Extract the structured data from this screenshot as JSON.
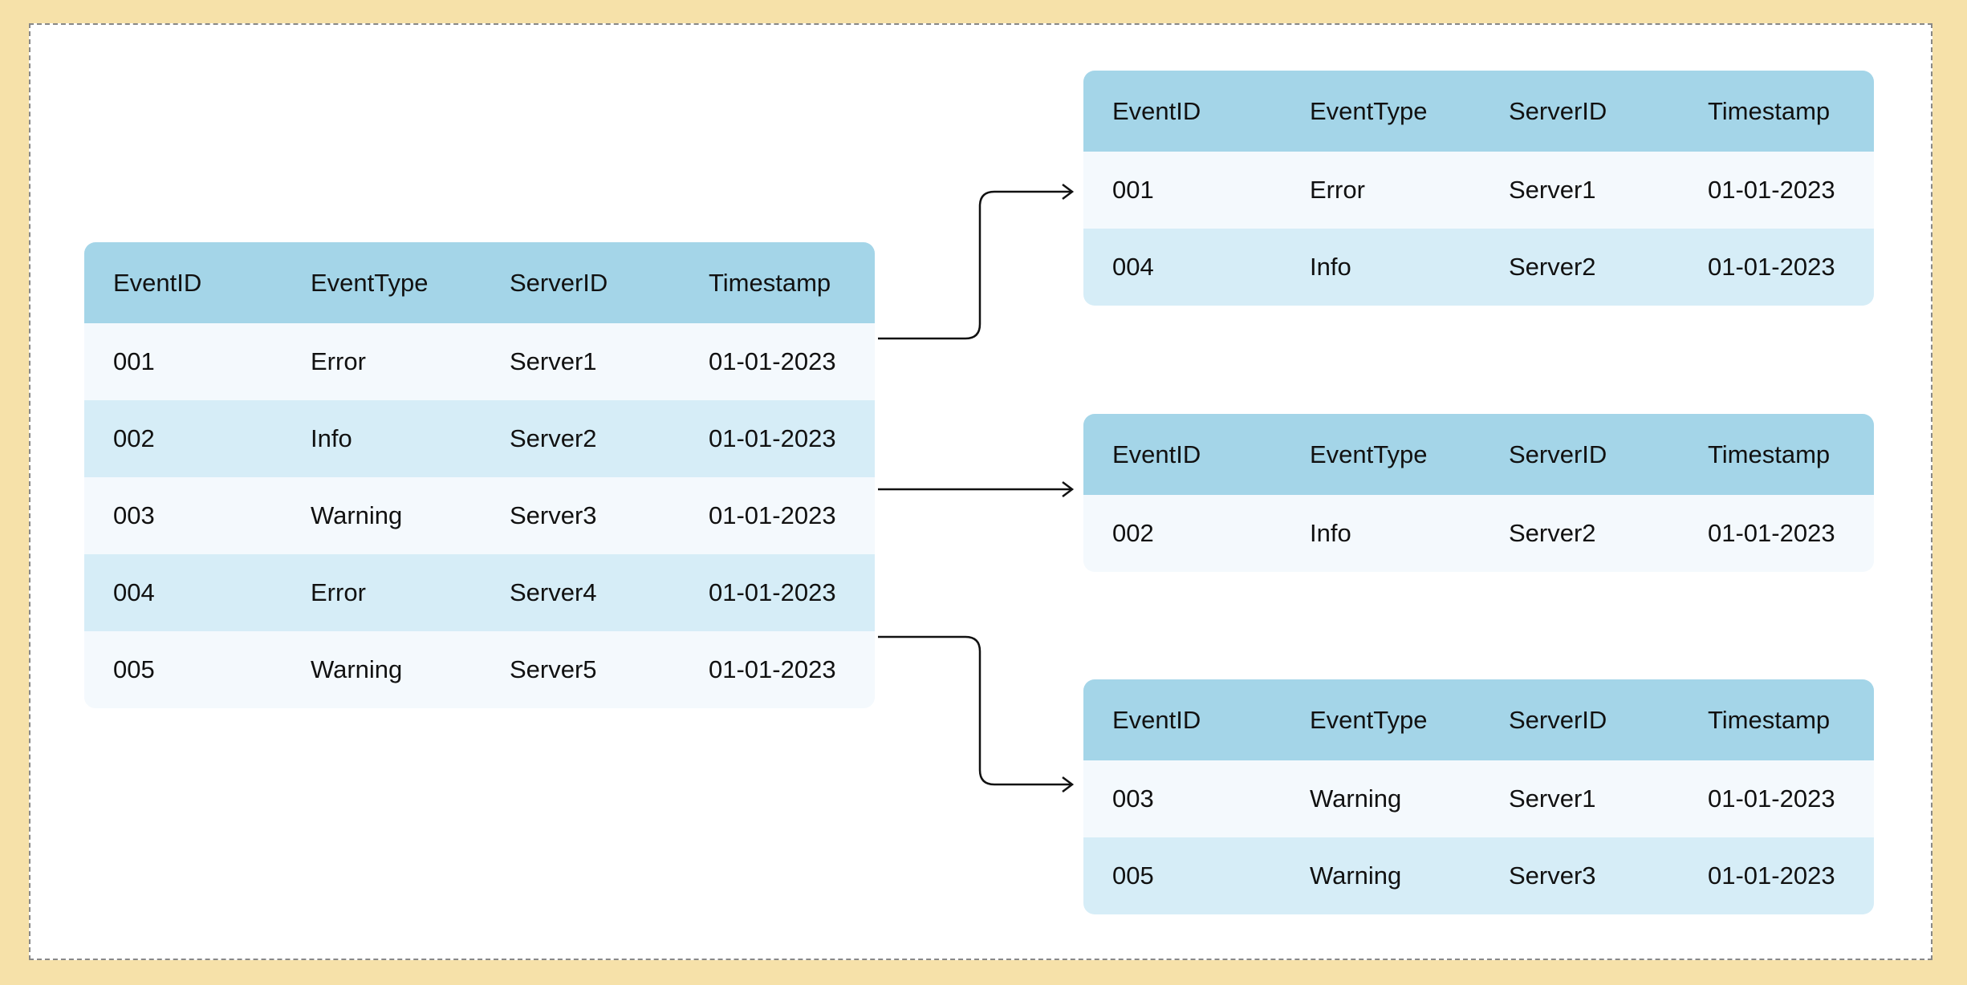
{
  "colors": {
    "header": "#a4d5e8",
    "row_light": "#f4f9fd",
    "row_alt": "#d6edf7",
    "frame": "#f6e1a9"
  },
  "source_table": {
    "headers": [
      "EventID",
      "EventType",
      "ServerID",
      "Timestamp"
    ],
    "rows": [
      [
        "001",
        "Error",
        "Server1",
        "01-01-2023"
      ],
      [
        "002",
        "Info",
        "Server2",
        "01-01-2023"
      ],
      [
        "003",
        "Warning",
        "Server3",
        "01-01-2023"
      ],
      [
        "004",
        "Error",
        "Server4",
        "01-01-2023"
      ],
      [
        "005",
        "Warning",
        "Server5",
        "01-01-2023"
      ]
    ]
  },
  "output_tables": [
    {
      "headers": [
        "EventID",
        "EventType",
        "ServerID",
        "Timestamp"
      ],
      "rows": [
        [
          "001",
          "Error",
          "Server1",
          "01-01-2023"
        ],
        [
          "004",
          "Info",
          "Server2",
          "01-01-2023"
        ]
      ]
    },
    {
      "headers": [
        "EventID",
        "EventType",
        "ServerID",
        "Timestamp"
      ],
      "rows": [
        [
          "002",
          "Info",
          "Server2",
          "01-01-2023"
        ]
      ]
    },
    {
      "headers": [
        "EventID",
        "EventType",
        "ServerID",
        "Timestamp"
      ],
      "rows": [
        [
          "003",
          "Warning",
          "Server1",
          "01-01-2023"
        ],
        [
          "005",
          "Warning",
          "Server3",
          "01-01-2023"
        ]
      ]
    }
  ]
}
